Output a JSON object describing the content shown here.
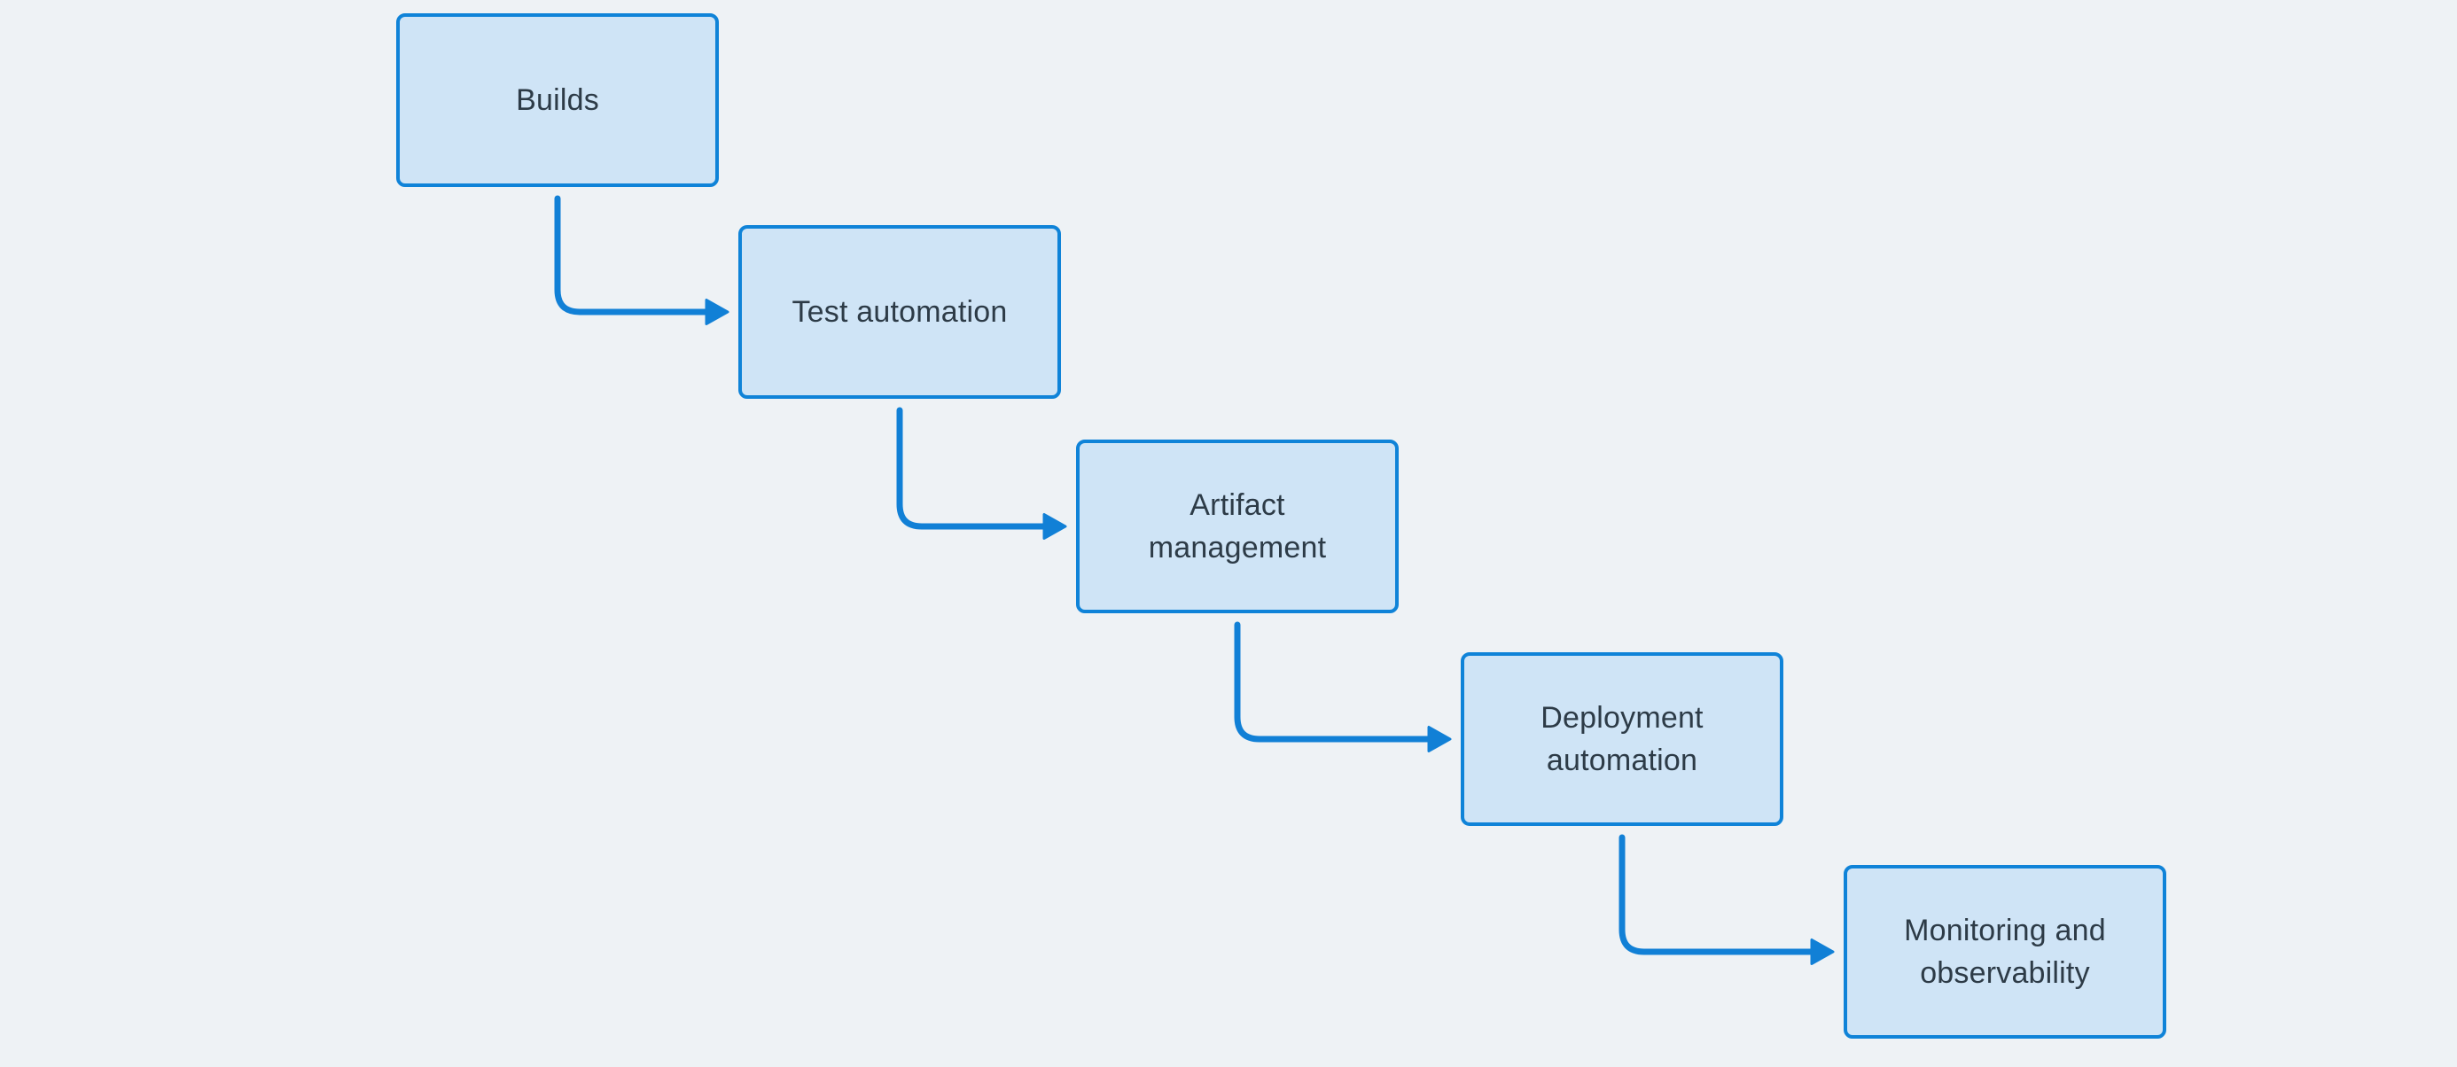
{
  "diagram": {
    "type": "flowchart",
    "nodes": [
      {
        "id": "builds",
        "label": "Builds"
      },
      {
        "id": "test-automation",
        "label": "Test automation"
      },
      {
        "id": "artifact-management",
        "label": "Artifact\nmanagement"
      },
      {
        "id": "deployment-automation",
        "label": "Deployment\nautomation"
      },
      {
        "id": "monitoring-observability",
        "label": "Monitoring and\nobservability"
      }
    ],
    "edges": [
      {
        "from": "builds",
        "to": "test-automation",
        "style": "elbow-arrow"
      },
      {
        "from": "test-automation",
        "to": "artifact-management",
        "style": "elbow-arrow"
      },
      {
        "from": "artifact-management",
        "to": "deployment-automation",
        "style": "elbow-arrow"
      },
      {
        "from": "deployment-automation",
        "to": "monitoring-observability",
        "style": "elbow-arrow"
      }
    ],
    "colors": {
      "background": "#eef2f5",
      "node_fill": "#cfe4f6",
      "node_border": "#0f83d8",
      "arrow": "#1180d6",
      "text": "#2d3b47"
    }
  }
}
